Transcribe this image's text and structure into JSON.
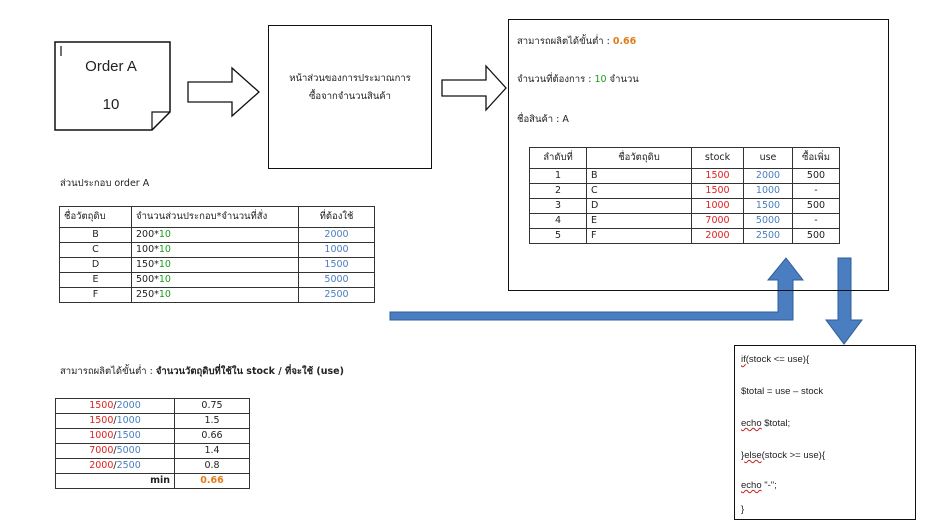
{
  "order": {
    "title": "Order A",
    "quantity": "10"
  },
  "center_box": {
    "line1": "หน้าส่วนของการประมาณการ",
    "line2": "ซื้อจากจำนวนสินค้า"
  },
  "result": {
    "min_label": "สามารถผลิตได้ขั้นต่ำ : ",
    "min_value": "0.66",
    "need_label": "จำนวนที่ต้องการ : ",
    "need_value": "10",
    "need_unit": " จำนวน",
    "product_label": "ชื่อสินค้า : A",
    "table": {
      "headers": [
        "ลำดับที่",
        "ชื่อวัตถุดิบ",
        "stock",
        "use",
        "ซื้อเพิ่ม"
      ],
      "rows": [
        {
          "no": "1",
          "name": "B",
          "stock": "1500",
          "use": "2000",
          "buy": "500"
        },
        {
          "no": "2",
          "name": "C",
          "stock": "1500",
          "use": "1000",
          "buy": "-"
        },
        {
          "no": "3",
          "name": "D",
          "stock": "1000",
          "use": "1500",
          "buy": "500"
        },
        {
          "no": "4",
          "name": "E",
          "stock": "7000",
          "use": "5000",
          "buy": "-"
        },
        {
          "no": "5",
          "name": "F",
          "stock": "2000",
          "use": "2500",
          "buy": "500"
        }
      ]
    }
  },
  "parts": {
    "title": "ส่วนประกอบ order A",
    "headers": [
      "ชื่อวัตถุดิบ",
      "จำนวนส่วนประกอบ*จำนวนที่สั่ง",
      "ที่ต้องใช้"
    ],
    "rows": [
      {
        "name": "B",
        "base": "200*",
        "mult": "10",
        "need": "2000"
      },
      {
        "name": "C",
        "base": "100*",
        "mult": "10",
        "need": "1000"
      },
      {
        "name": "D",
        "base": "150*",
        "mult": "10",
        "need": "1500"
      },
      {
        "name": "E",
        "base": "500*",
        "mult": "10",
        "need": "5000"
      },
      {
        "name": "F",
        "base": "250*",
        "mult": "10",
        "need": "2500"
      }
    ]
  },
  "min_calc": {
    "label": "สามารถผลิตได้ขั้นต่ำ : ",
    "label_bold": "จำนวนวัตถุดิบที่ใช้ใน stock / ที่จะใช้ (use)",
    "rows": [
      {
        "stock": "1500",
        "use": "2000",
        "ratio": "0.75"
      },
      {
        "stock": "1500",
        "use": "1000",
        "ratio": "1.5"
      },
      {
        "stock": "1000",
        "use": "1500",
        "ratio": "0.66"
      },
      {
        "stock": "7000",
        "use": "5000",
        "ratio": "1.4"
      },
      {
        "stock": "2000",
        "use": "2500",
        "ratio": "0.8"
      }
    ],
    "min_label": "min",
    "min_value": "0.66"
  },
  "code": {
    "l1_kw": "if",
    "l1_rest": "(stock <= use){",
    "l2": "$total = use – stock",
    "l3_kw": "echo",
    "l3_rest": " $total;",
    "l4_pre": "}",
    "l4_kw": "else",
    "l4_rest": "(stock >= use){",
    "l5_kw": "echo",
    "l5_rest": " \"-\";",
    "l6": "}"
  },
  "colors": {
    "arrow_blue": "#4a7ec0",
    "green": "#1a9e1a",
    "red": "#e02020",
    "orange": "#e07b1a"
  }
}
